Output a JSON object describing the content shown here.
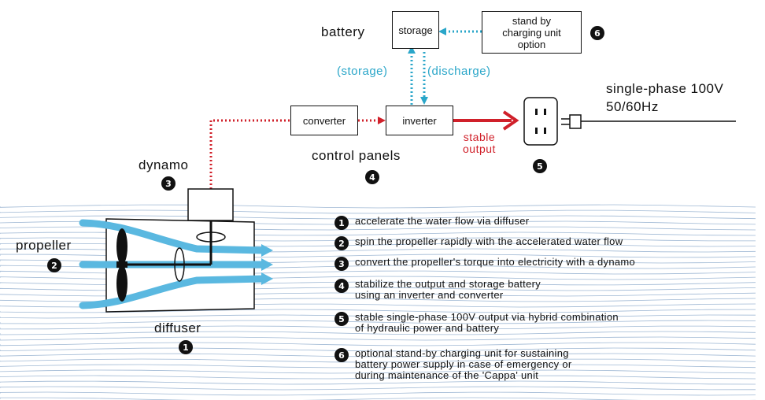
{
  "labels": {
    "battery": "battery",
    "storage_box": "storage",
    "standby_box": "stand by\ncharging unit\noption",
    "storage_arrow": "(storage)",
    "discharge_arrow": "(discharge)",
    "converter_box": "converter",
    "inverter_box": "inverter",
    "control_panels": "control panels",
    "stable_output": "stable\noutput",
    "supply": "single-phase 100V",
    "frequency": "50/60Hz",
    "dynamo": "dynamo",
    "propeller": "propeller",
    "diffuser": "diffuser"
  },
  "badges": {
    "diffuser": "1",
    "propeller": "2",
    "dynamo": "3",
    "control_panels": "4",
    "outlet": "5",
    "standby": "6"
  },
  "steps": [
    {
      "num": "1",
      "text": "accelerate the water flow via diffuser"
    },
    {
      "num": "2",
      "text": "spin the propeller rapidly with the accelerated water flow"
    },
    {
      "num": "3",
      "text": "convert the propeller's torque into electricity with a dynamo"
    },
    {
      "num": "4",
      "text": "stabilize the output and storage battery\nusing an inverter and converter"
    },
    {
      "num": "5",
      "text": "stable single-phase 100V output via hybrid combination\nof hydraulic power and battery"
    },
    {
      "num": "6",
      "text": "optional stand-by charging unit for sustaining\nbattery power supply in case of emergency or\nduring maintenance of the 'Cappa' unit"
    }
  ],
  "colors": {
    "power_flow": "#d0202a",
    "battery_flow": "#2aa6c9",
    "water": "#5ab8e0",
    "wave_lines": "#9fb8d4"
  }
}
